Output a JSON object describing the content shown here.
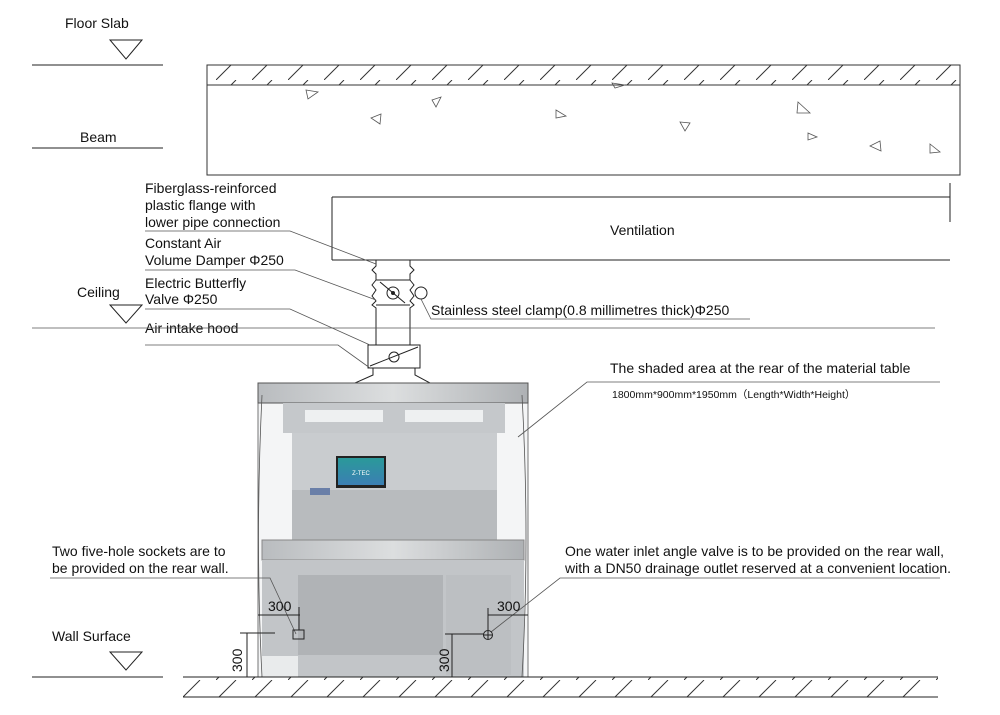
{
  "levels": {
    "floor_slab": "Floor Slab",
    "beam": "Beam",
    "ceiling": "Ceiling",
    "wall_surface": "Wall Surface"
  },
  "ventilation": "Ventilation",
  "labels": {
    "flange": [
      "Fiberglass-reinforced",
      "plastic flange with",
      "lower pipe connection"
    ],
    "damper": [
      "Constant Air",
      "Volume Damper  Φ250"
    ],
    "butterfly": [
      "Electric Butterfly",
      "Valve  Φ250"
    ],
    "hood": "Air intake hood",
    "clamp": "Stainless steel clamp(0.8 millimetres thick)Φ250",
    "shaded": "The shaded area at the rear of the material table",
    "dimensions": "1800mm*900mm*1950mm（Length*Width*Height）",
    "sockets": [
      "Two five-hole sockets are to",
      "be provided on the rear wall."
    ],
    "water": [
      "One water inlet angle valve is to be provided on the rear wall,",
      "with a DN50 drainage outlet reserved at a convenient location."
    ]
  },
  "dims": {
    "socket_h": "300",
    "socket_v": "300",
    "water_h": "300",
    "water_v": "300"
  },
  "monitor_brand": "Z-TEC"
}
